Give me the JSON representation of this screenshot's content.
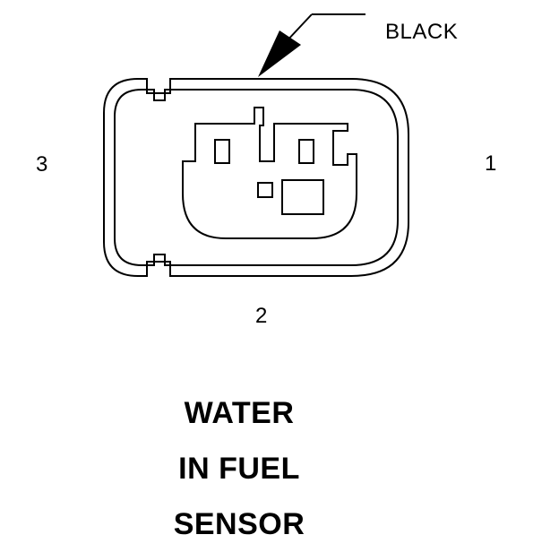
{
  "connector": {
    "wire_color": "BLACK",
    "pins": {
      "left": "3",
      "right": "1",
      "bottom": "2"
    },
    "title": [
      "WATER",
      "IN FUEL",
      "SENSOR"
    ]
  },
  "colors": {
    "line": "#000000",
    "background": "#ffffff"
  }
}
